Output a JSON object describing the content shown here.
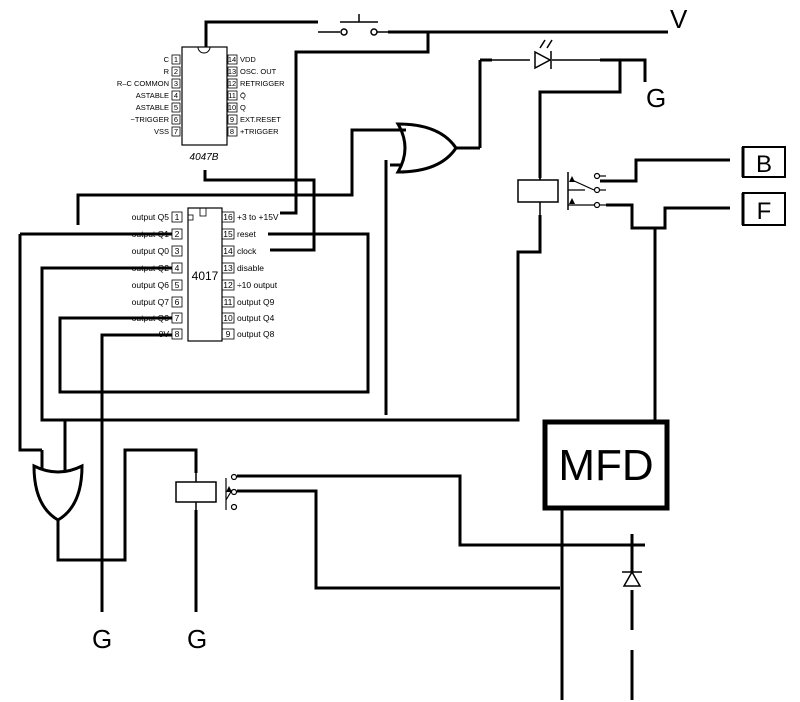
{
  "labels": {
    "v": "V",
    "g_top": "G",
    "g_left": "G",
    "g_mid": "G",
    "mfd": "MFD",
    "b": "B",
    "f": "F"
  },
  "chip_4047b": {
    "name": "4047B",
    "left_pins": [
      "C",
      "R",
      "R–C  COMMON",
      "ASTABLE",
      "ASTABLE",
      "−TRIGGER",
      "VSS"
    ],
    "right_pins": [
      "VDD",
      "OSC. OUT",
      "RETRIGGER",
      "Q̄",
      "Q",
      "EXT.RESET",
      "+TRIGGER"
    ]
  },
  "chip_4017": {
    "name": "4017",
    "left_pins": [
      "output Q5",
      "output Q1",
      "output Q0",
      "output Q2",
      "output Q6",
      "output Q7",
      "output Q3",
      "0V"
    ],
    "right_pins": [
      "+3 to +15V",
      "reset",
      "clock",
      "disable",
      "÷10 output",
      "output Q9",
      "output Q4",
      "output Q8"
    ]
  }
}
